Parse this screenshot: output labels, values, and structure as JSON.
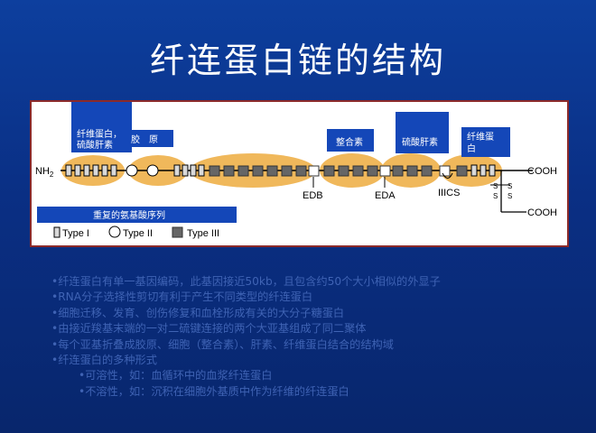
{
  "title": "纤连蛋白链的结构",
  "diagram": {
    "labels": {
      "fibrin_heparin": [
        "纤维蛋白，",
        "硫酸肝素"
      ],
      "collagen": "胶　原",
      "integrin": "整合素",
      "heparan_sulfate": "硫酸肝素",
      "fibrin": [
        "纤维蛋",
        "白"
      ],
      "nh2": "NH",
      "nh2_sub": "2",
      "cooh_top": "COOH",
      "cooh_bottom": "COOH",
      "edb": "EDB",
      "eda": "EDA",
      "iiics": "IIICS",
      "s1": "S",
      "s2": "S",
      "repeat_bar": "重复的氨基酸序列",
      "legend": [
        "Type I",
        "Type II",
        "Type III"
      ]
    },
    "colors": {
      "domain_fill": "#f0b85b",
      "label_box": "#1447b8",
      "type1_fill": "#d9d9d9",
      "type3_fill": "#666666"
    }
  },
  "bullets": [
    {
      "level": 1,
      "text": "•纤连蛋白有单一基因编码，此基因接近50kb，且包含约50个大小相似的外显子"
    },
    {
      "level": 1,
      "text": "•RNA分子选择性剪切有利于产生不同类型的纤连蛋白"
    },
    {
      "level": 1,
      "text": "•细胞迁移、发育、创伤修复和血栓形成有关的大分子糖蛋白"
    },
    {
      "level": 1,
      "text": "•由接近羧基末端的一对二硫键连接的两个大亚基组成了同二聚体"
    },
    {
      "level": 1,
      "text": "•每个亚基折叠成胶原、细胞（整合素）、肝素、纤维蛋白结合的结构域"
    },
    {
      "level": 1,
      "text": "•纤连蛋白的多种形式"
    },
    {
      "level": 2,
      "text": "•可溶性，如：血循环中的血浆纤连蛋白"
    },
    {
      "level": 2,
      "text": "•不溶性，如：沉积在细胞外基质中作为纤维的纤连蛋白"
    }
  ]
}
